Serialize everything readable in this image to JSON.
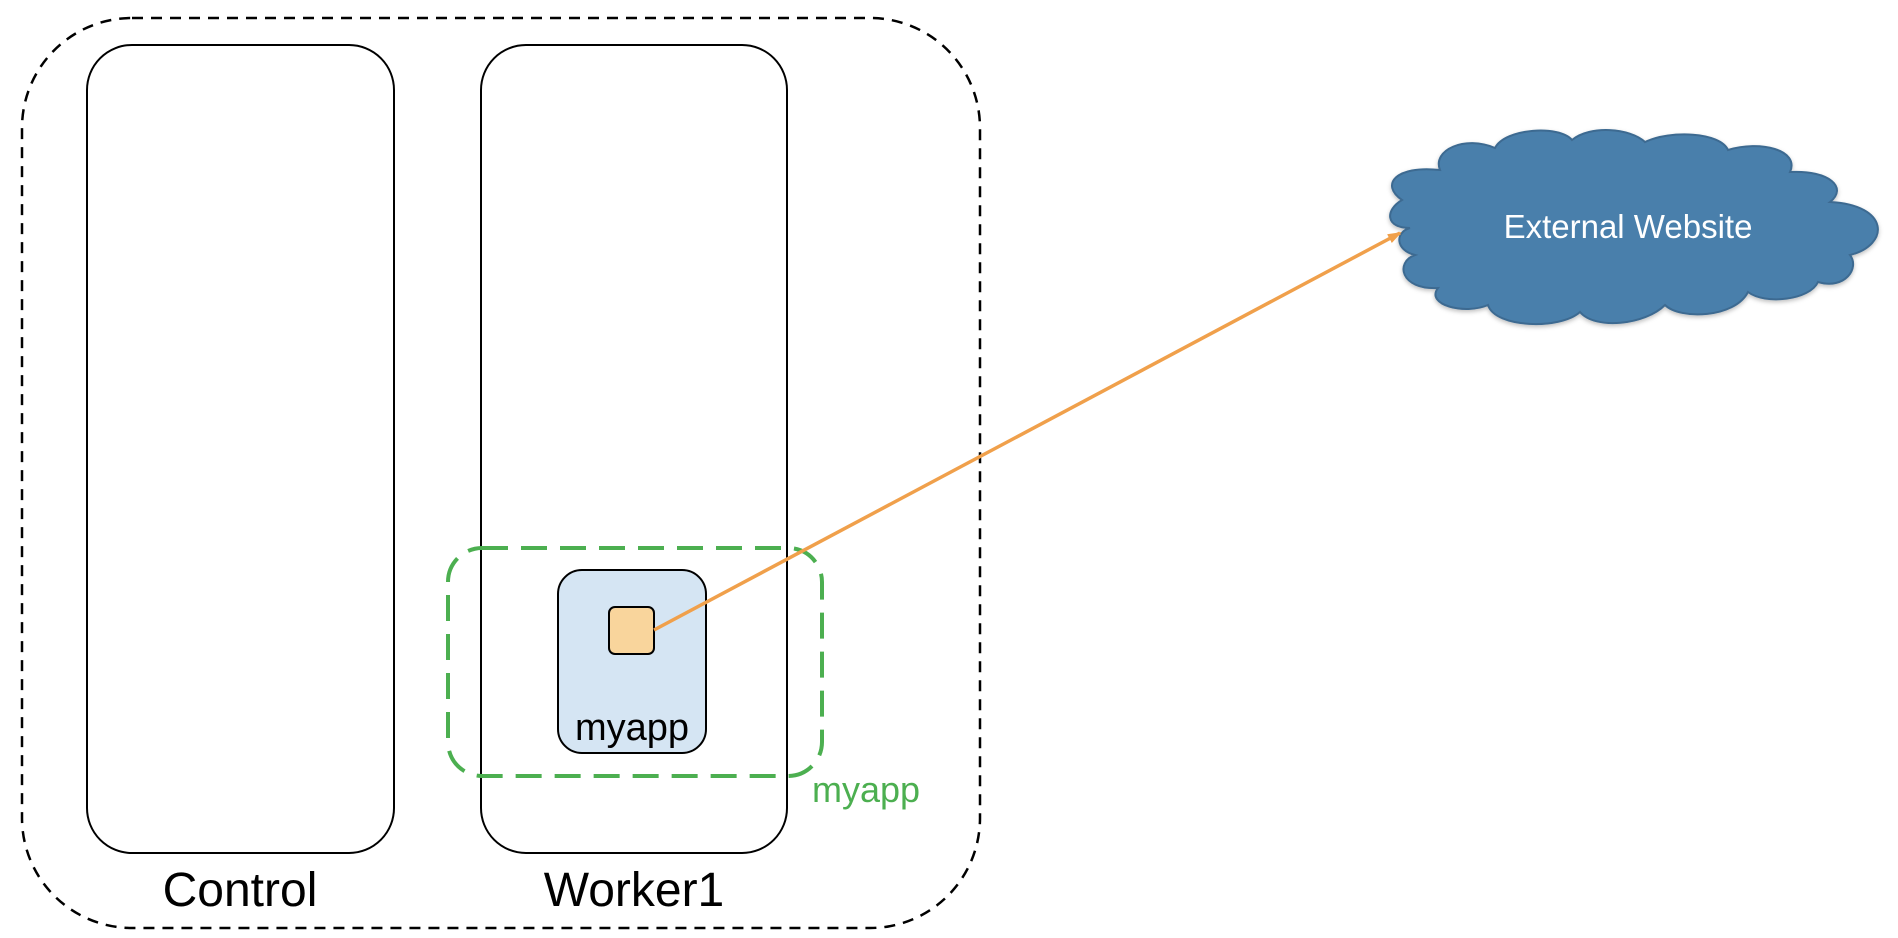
{
  "colors": {
    "cluster_border": "#000000",
    "node_border": "#000000",
    "namespace_border": "#4caf50",
    "namespace_text": "#4caf50",
    "pod_fill": "#d5e5f3",
    "container_fill": "#f9d59c",
    "arrow": "#f0a04b",
    "cloud_fill": "#4a7fab",
    "cloud_text": "#ffffff"
  },
  "cluster": {
    "nodes": [
      {
        "label": "Control"
      },
      {
        "label": "Worker1"
      }
    ],
    "namespace": {
      "label": "myapp"
    },
    "pod": {
      "label": "myapp"
    }
  },
  "external": {
    "label": "External Website",
    "icon": "cloud-icon"
  }
}
